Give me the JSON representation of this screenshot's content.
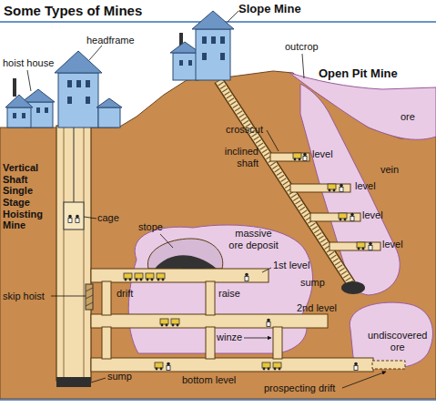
{
  "diagram": {
    "title": "Some Types of Mines",
    "labels": [
      "Slope Mine",
      "headframe",
      "hoist house",
      "outcrop",
      "Open Pit Mine",
      "ore",
      "crosscut",
      "level",
      "inclined shaft",
      "vein",
      "level",
      "Vertical Shaft Single Stage Hoisting Mine",
      "level",
      "cage",
      "level",
      "stope",
      "massive ore deposit",
      "1st level",
      "sump",
      "skip hoist",
      "drift",
      "raise",
      "2nd level",
      "winze",
      "undiscovered ore",
      "sump",
      "bottom level",
      "prospecting drift"
    ]
  }
}
